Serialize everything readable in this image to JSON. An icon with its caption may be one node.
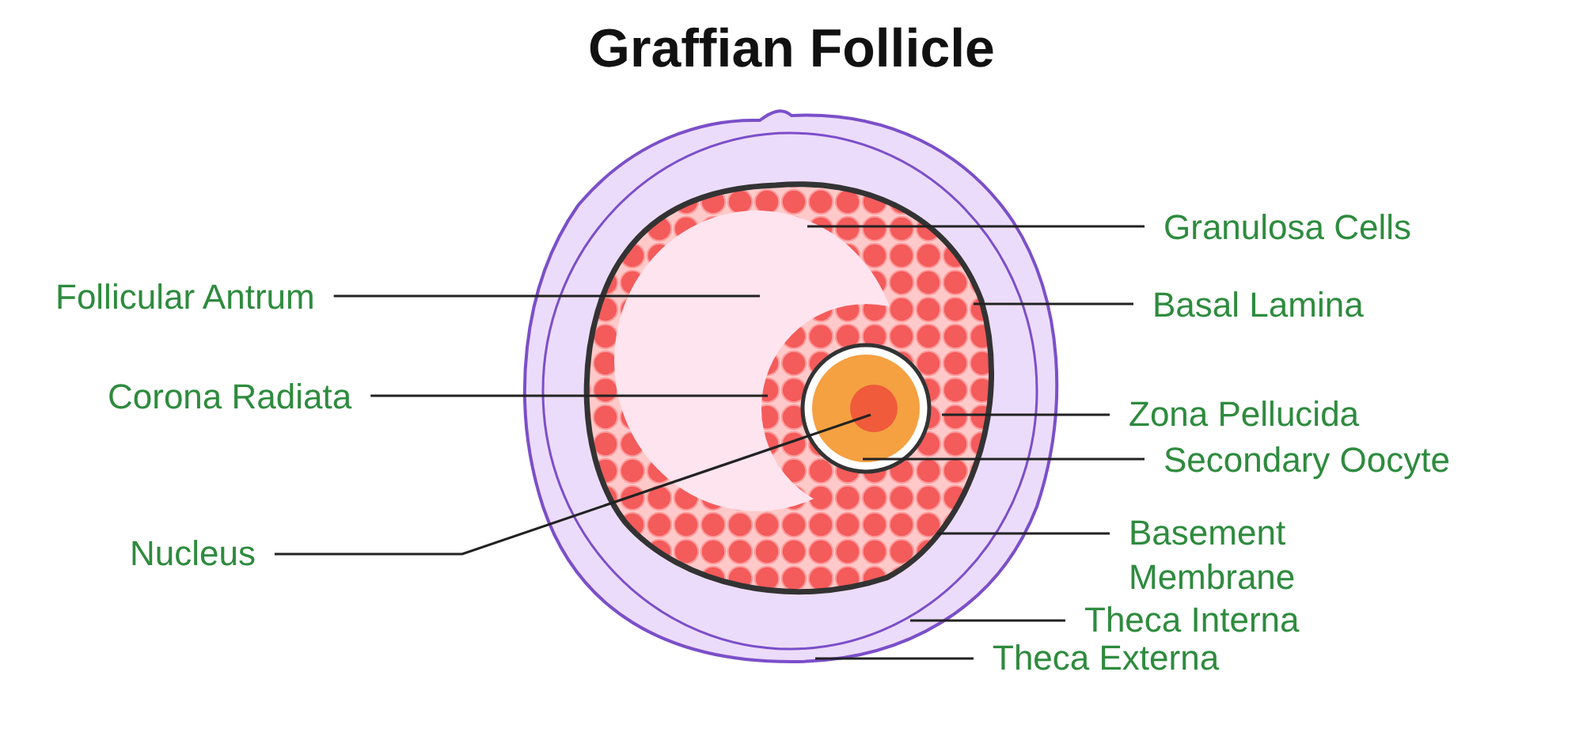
{
  "diagram": {
    "title": "Graffian Follicle",
    "nodes": [
      {
        "text": [
          "Granulosa Cells"
        ]
      },
      {
        "text": [
          "Follicular Antrum"
        ]
      },
      {
        "text": [
          "Basal Lamina"
        ]
      },
      {
        "text": [
          "Corona Radiata"
        ]
      },
      {
        "text": [
          "Zona Pellucida"
        ]
      },
      {
        "text": [
          "Secondary Oocyte"
        ]
      },
      {
        "text": [
          "Nucleus"
        ]
      },
      {
        "text": [
          "Basement Membrane"
        ]
      },
      {
        "text": [
          "Theca Interna"
        ]
      },
      {
        "text": [
          "Theca Externa"
        ]
      }
    ],
    "edges": [
      {
        "from": 0,
        "to": null,
        "arrow": "none"
      },
      {
        "from": 1,
        "to": null,
        "arrow": "none"
      },
      {
        "from": 2,
        "to": null,
        "arrow": "none"
      },
      {
        "from": 3,
        "to": null,
        "arrow": "none"
      },
      {
        "from": 4,
        "to": null,
        "arrow": "none"
      },
      {
        "from": 5,
        "to": null,
        "arrow": "none"
      },
      {
        "from": 6,
        "to": null,
        "arrow": "none"
      },
      {
        "from": 7,
        "to": null,
        "arrow": "none"
      },
      {
        "from": 8,
        "to": null,
        "arrow": "none"
      },
      {
        "from": 9,
        "to": null,
        "arrow": "none"
      }
    ]
  }
}
